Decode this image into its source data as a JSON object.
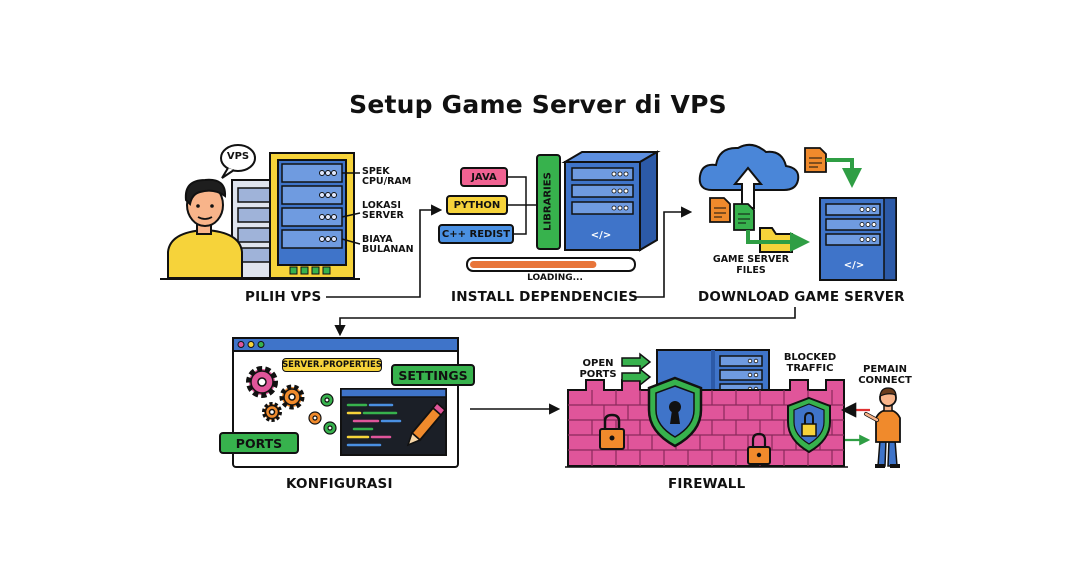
{
  "title": "Setup Game Server di VPS",
  "steps": {
    "pilih_vps": "PILIH VPS",
    "install_dependencies": "INSTALL DEPENDENCIES",
    "download_game_server": "DOWNLOAD GAME SERVER",
    "konfigurasi": "KONFIGURASI",
    "firewall": "FIREWALL"
  },
  "vps": {
    "bubble": "VPS",
    "spek": "SPEK\nCPU/RAM",
    "lokasi": "LOKASI\nSERVER",
    "biaya": "BIAYA\nBULANAN"
  },
  "install": {
    "java": "JAVA",
    "python": "PYTHON",
    "cpp": "C++ REDIST",
    "libraries": "LIBRARIES",
    "loading": "LOADING...",
    "loading_progress": 0.78,
    "code_glyph": "</>"
  },
  "download": {
    "files_label": "GAME SERVER\nFILES",
    "code_glyph": "</>"
  },
  "config": {
    "server_properties": "SERVER.PROPERTIES",
    "settings": "SETTINGS",
    "ports": "PORTS"
  },
  "firewall": {
    "open_ports": "OPEN\nPORTS",
    "blocked_traffic": "BLOCKED\nTRAFFIC",
    "pemain_connect": "PEMAIN\nCONNECT"
  },
  "colors": {
    "server_blue": "#3f74c9",
    "accent_yellow": "#f6d33a",
    "green": "#37b24d",
    "pink_wall": "#e0559a",
    "orange": "#f08a2c",
    "java_pink": "#f06292",
    "cpp_blue": "#4a90e2"
  },
  "icons": [
    "person-icon",
    "speech-bubble-icon",
    "server-rack-icon",
    "cloud-icon",
    "document-icon",
    "folder-icon",
    "gear-icon",
    "pencil-icon",
    "shield-icon",
    "lock-icon",
    "arrow-icon"
  ]
}
